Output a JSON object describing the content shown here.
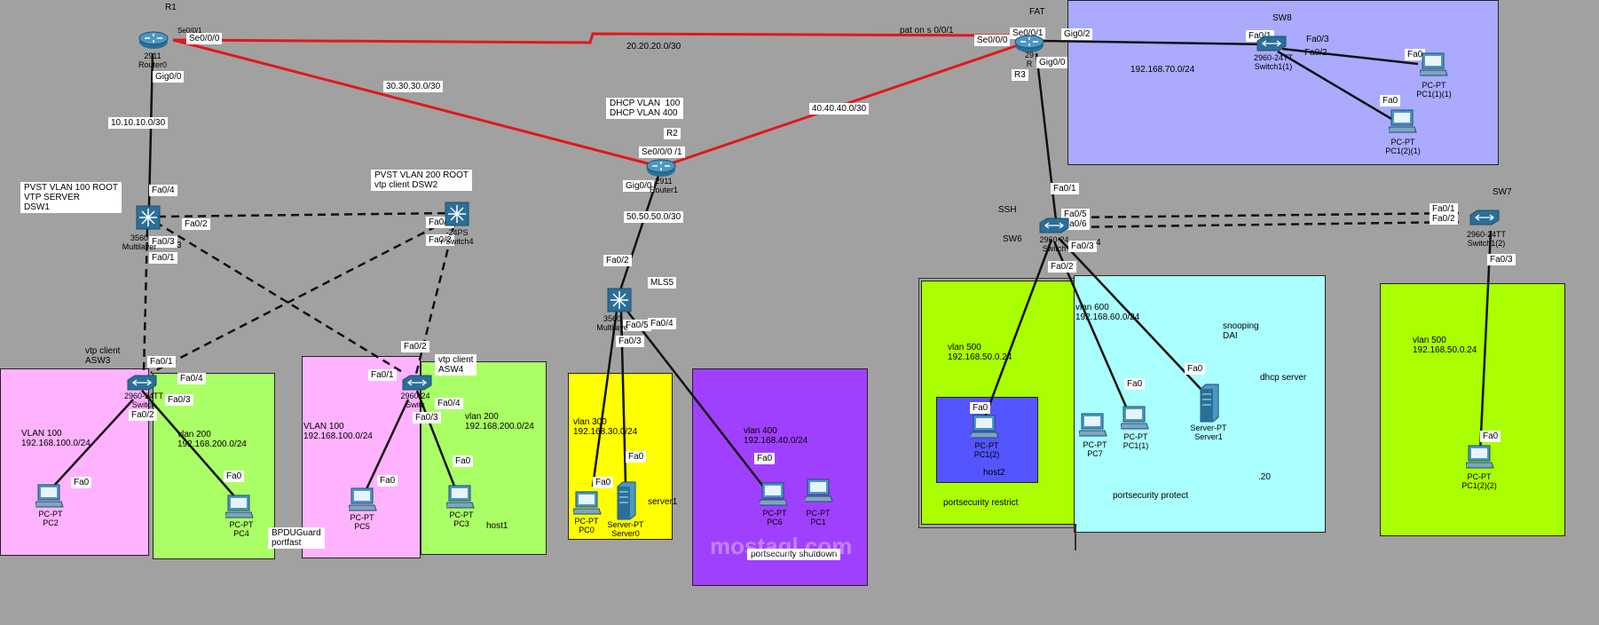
{
  "colors": {
    "background": "#a1a1a1",
    "serial_link": "#e4161a",
    "ethernet_link": "#111111",
    "pink_area": "#ffb3ff",
    "green_area": "#aaff66",
    "yellow_area": "#ffff00",
    "purple_area": "#a040ff",
    "lime_area": "#aaff00",
    "cyan_area": "#aaffff",
    "lavender_area": "#aaaaff",
    "blue_area": "#5555ff",
    "device_blue": "#2a6f98"
  },
  "titles": {
    "r1": "R1",
    "fat": "FAT",
    "sw8": "SW8",
    "r2": "R2",
    "r3": "R3",
    "mls5": "MLS5",
    "ssh": "SSH",
    "sw6": "SW6",
    "sw7": "SW7"
  },
  "notes": {
    "dsw1": "PVST VLAN 100 ROOT\nVTP SERVER\nDSW1",
    "dsw2": "PVST VLAN 200 ROOT\nvtp client DSW2",
    "dhcp": "DHCP VLAN  100\nDHCP VLAN 400",
    "asw3": "vtp client\nASW3",
    "asw4": "vtp client\nASW4",
    "bpdu": "BPDUGuard\nportfast",
    "vlan100_left": "VLAN 100\n192.168.100.0/24",
    "vlan200_left": "vlan 200\n192.168.200.0/24",
    "vlan100_mid": "VLAN 100\n192.168.100.0/24",
    "vlan200_mid": "vlan 200\n192.168.200.0/24",
    "host1": "host1",
    "vlan300": "vlan 300\n192.168.30.0/24",
    "server1": "server1",
    "vlan400": "vlan 400\n192.168.40.0/24",
    "portsecurity_shutdown": "portsecurity shutdown",
    "vlan500": "vlan 500\n192.168.50.0.24",
    "host2": "host2",
    "portsecurity_restrict": "portsecurity restrict",
    "vlan600": "vlan 600\n192.168.60.0/24",
    "snooping": "snooping\nDAI",
    "dhcp_server": "dhcp server",
    "portsecurity_protect": "portsecurity protect",
    "dot20": ".20",
    "vlan500_right": "vlan 500\n192.168.50.0.24",
    "net_7": "192.168.70.0/24"
  },
  "subnets": {
    "s20": "20.20.20.0/30",
    "s30": "30.30.30.0/30",
    "s40": "40.40.40.0/30",
    "s10": "10.10.10.0/30",
    "s50": "50.50.50.0/30"
  },
  "ports": {
    "r1_se": "Se0/0/0",
    "r1_se_hidden": "Se0/0/1",
    "r1_gig": "Gig0/0",
    "fat_pat": "pat on s 0/0/1",
    "fat_se000": "Se0/0/0",
    "fat_se001": "Se0/0/1",
    "fat_gig02": "Gig0/2",
    "fat_gig00": "Gig0/0",
    "sw8_fa01": "Fa0/1",
    "sw8_fa03": "Fa0/3",
    "sw8_fa02": "Fa0/2",
    "pc11_fa0": "Fa0",
    "pc12_fa0": "Fa0",
    "r2_se": "Se0/0/0 /1",
    "r2_gig": "Gig0/0",
    "dsw1_fa04": "Fa0/4",
    "dsw1_fa02": "Fa0/2",
    "dsw1_fa03": "Fa0/3",
    "dsw1_fa01": "Fa0/1",
    "dsw2_fa03": "Fa0/3",
    "dsw2_fa02": "Fa0/2",
    "mls5_fa02": "Fa0/2",
    "mls5_fa05": "Fa0/5",
    "mls5_fa04": "Fa0/4",
    "mls5_fa03": "Fa0/3",
    "asw3_fa01": "Fa0/1",
    "asw3_fa04": "Fa0/4",
    "asw3_fa03": "Fa0/3",
    "asw3_fa02": "Fa0/2",
    "asw4_fa02": "Fa0/2",
    "asw4_fa01": "Fa0/1",
    "asw4_fa04": "Fa0/4",
    "asw4_fa03": "Fa0/3",
    "pc2_fa0": "Fa0",
    "pc4_fa0": "Fa0",
    "pc5_fa0": "Fa0",
    "pc3_fa0": "Fa0",
    "pc0_fa0": "Fa0",
    "server0_fa0": "Fa0",
    "pc6_fa0": "Fa0",
    "sw6_fa01": "Fa0/1",
    "sw6_fa05": "Fa0/5",
    "sw6_fa06": "Fa0/6",
    "sw6_fa03": "Fa0/3",
    "sw6_fa02": "Fa0/2",
    "sw6_fa04": "4",
    "pc12b_fa0": "Fa0",
    "pc1_1_fa0": "Fa0",
    "server1_fa0": "Fa0",
    "sw7_fa01": "Fa0/1",
    "sw7_fa02": "Fa0/2",
    "sw7_fa03": "Fa0/3",
    "pc122_fa0": "Fa0"
  },
  "devices": {
    "router0": "2911\nRouter0",
    "router_fat": "29\nR",
    "switch1_1": "2960-24TT\nSwitch1(1)",
    "pc1_1_1": "PC-PT\nPC1(1)(1)",
    "pc1_2_1": "PC-PT\nPC1(2)(1)",
    "router1": "2911\nRouter1",
    "dsw1_dev": "3560\nMultilayer",
    "dsw1_suffix": "3",
    "dsw2_dev": "-24PS\nr Switch4",
    "mls5_dev": "3560\nMultilaye",
    "asw3_dev": "2960-24TT\nSwitch",
    "asw4_dev": "2960-24\nSwitc",
    "pc2": "PC-PT\nPC2",
    "pc4": "PC-PT\nPC4",
    "pc5": "PC-PT\nPC5",
    "pc3": "PC-PT\nPC3",
    "pc0": "PC-PT\nPC0",
    "server0": "Server-PT\nServer0",
    "pc6": "PC-PT\nPC6",
    "pc1": "PC-PT\nPC1",
    "sw6_dev": "2960-24\nSwitch",
    "pc1_2": "PC-PT\nPC1(2)",
    "pc7": "PC-PT\nPC7",
    "pc1_1": "PC-PT\nPC1(1)",
    "server1": "Server-PT\nServer1",
    "sw7_dev": "2960-24TT\nSwitch1(2)",
    "pc1_2_2": "PC-PT\nPC1(2)(2)"
  },
  "watermark": "mostaql.com"
}
